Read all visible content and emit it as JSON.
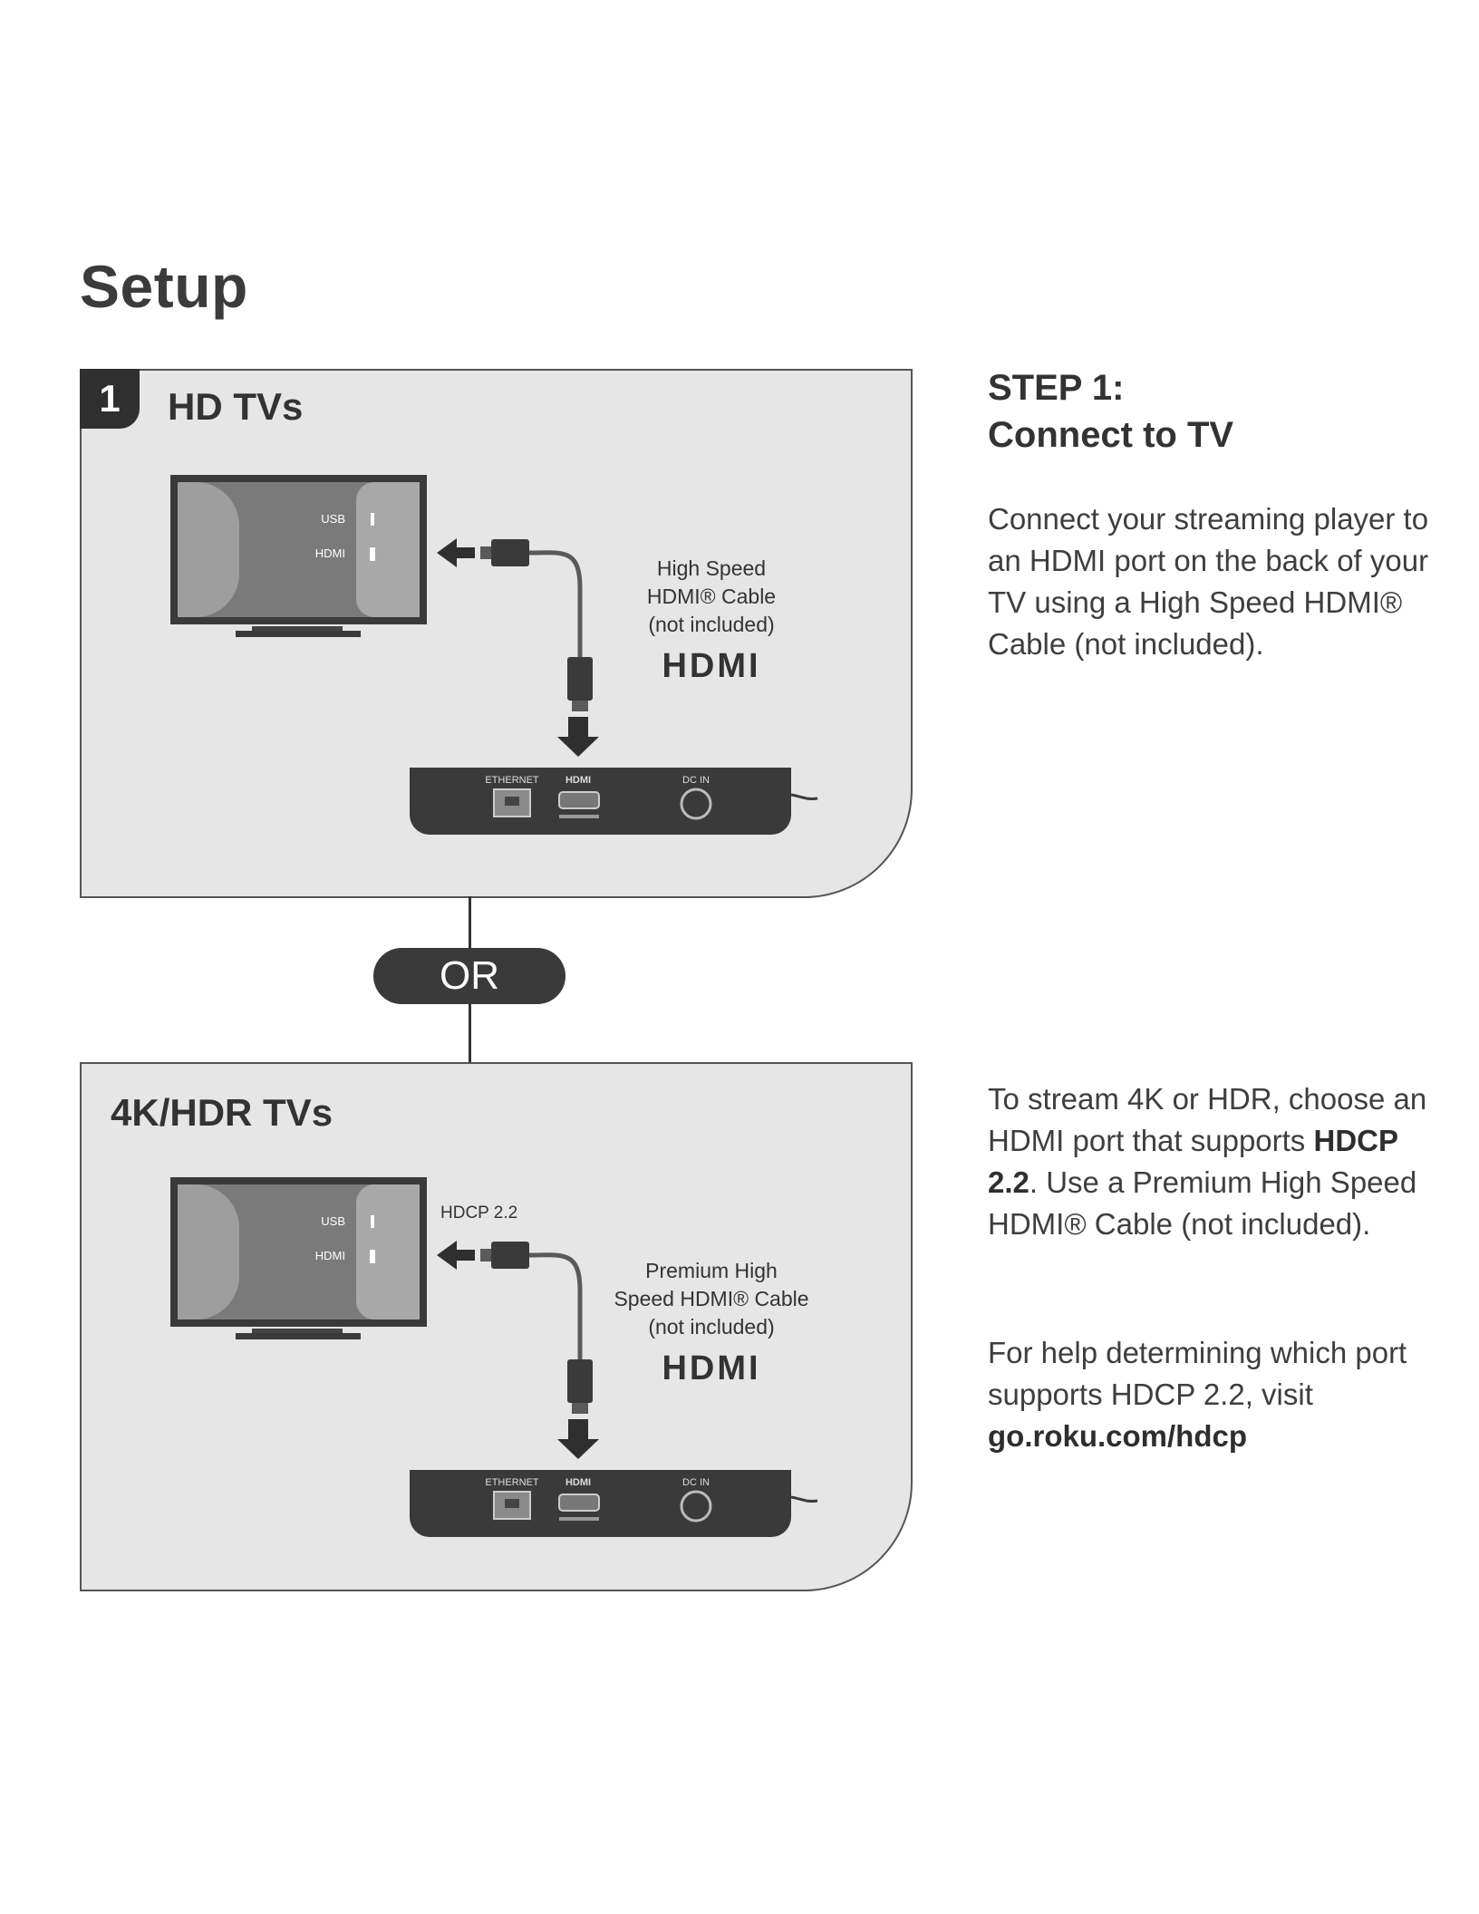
{
  "page": {
    "title": "Setup"
  },
  "panel_hd": {
    "badge": "1",
    "title": "HD TVs",
    "tv_ports": [
      "USB",
      "HDMI"
    ],
    "cable_label_lines": [
      "High Speed",
      "HDMI® Cable",
      "(not included)"
    ],
    "hdmi_logo": "HDMI",
    "player_ports": [
      "ETHERNET",
      "HDMI",
      "DC IN"
    ]
  },
  "separator": {
    "label": "OR"
  },
  "panel_4k": {
    "title": "4K/HDR TVs",
    "tv_ports": [
      "USB",
      "HDMI"
    ],
    "port_callout": "HDCP 2.2",
    "cable_label_lines": [
      "Premium High",
      "Speed HDMI® Cable",
      "(not included)"
    ],
    "hdmi_logo": "HDMI",
    "player_ports": [
      "ETHERNET",
      "HDMI",
      "DC IN"
    ]
  },
  "step": {
    "heading_line1": "STEP 1:",
    "heading_line2": "Connect to TV",
    "paragraph1": "Connect your streaming player to an HDMI port on the back of your TV using a High Speed HDMI® Cable (not included).",
    "paragraph2_pre": "To stream 4K or HDR, choose an HDMI port that supports ",
    "paragraph2_bold": "HDCP 2.2",
    "paragraph2_post": ". Use a Premium High Speed HDMI® Cable (not included).",
    "paragraph3_pre": "For help determining which port supports HDCP 2.2, visit ",
    "paragraph3_link": "go.roku.com/hdcp"
  }
}
